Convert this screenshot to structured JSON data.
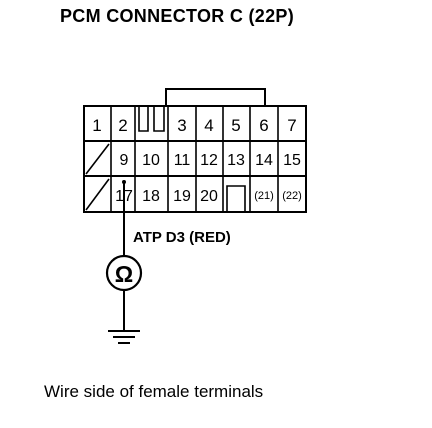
{
  "title": "PCM CONNECTOR C (22P)",
  "wire_label": "ATP D3 (RED)",
  "caption": "Wire side of female terminals",
  "connector": {
    "row1": [
      "1",
      "2",
      "",
      "3",
      "4",
      "5",
      "6",
      "7"
    ],
    "row2": [
      "",
      "9",
      "10",
      "11",
      "12",
      "13",
      "14",
      "15"
    ],
    "row3": [
      "",
      "17",
      "18",
      "19",
      "20",
      "",
      "(21)",
      "(22)"
    ]
  },
  "meter_symbol": "Ω"
}
